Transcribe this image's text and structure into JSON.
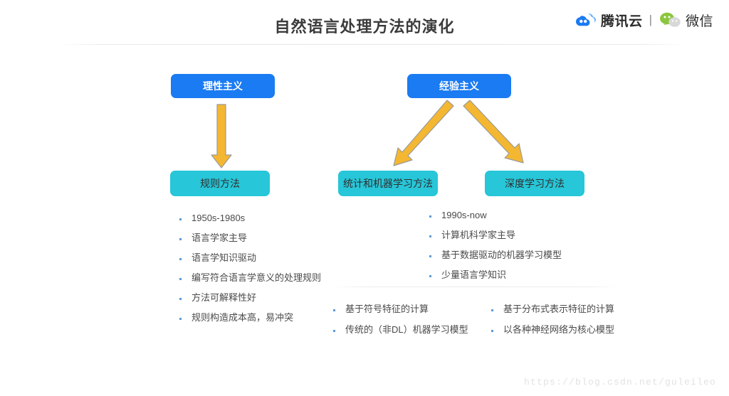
{
  "header": {
    "title": "自然语言处理方法的演化",
    "brand": {
      "tencent_cloud_icon": "tencent-cloud-icon",
      "tencent_cloud_label": "腾讯云",
      "separator": "|",
      "wechat_icon": "wechat-icon",
      "wechat_label": "微信"
    }
  },
  "diagram": {
    "nodes": {
      "rationalism": "理性主义",
      "empiricism": "经验主义",
      "rule_method": "规则方法",
      "statistical_ml_method": "统计和机器学习方法",
      "deep_learning_method": "深度学习方法"
    },
    "arrows": [
      {
        "name": "arrow-rationalism-to-rule",
        "from": "理性主义",
        "to": "规则方法",
        "direction": "down"
      },
      {
        "name": "arrow-empiricism-to-statml",
        "from": "经验主义",
        "to": "统计和机器学习方法",
        "direction": "down-left"
      },
      {
        "name": "arrow-empiricism-to-dl",
        "from": "经验主义",
        "to": "深度学习方法",
        "direction": "down-right"
      }
    ]
  },
  "lists": {
    "rule_method": [
      "1950s-1980s",
      "语言学家主导",
      "语言学知识驱动",
      "编写符合语言学意义的处理规则",
      "方法可解释性好",
      "规则构造成本高，易冲突"
    ],
    "empiricism": [
      "1990s-now",
      "计算机科学家主导",
      "基于数据驱动的机器学习模型",
      "少量语言学知识"
    ],
    "statistical_ml_method": [
      "基于符号特征的计算",
      "传统的（非DL）机器学习模型"
    ],
    "deep_learning_method": [
      "基于分布式表示特征的计算",
      "以各种神经网络为核心模型"
    ]
  },
  "watermark": "https://blog.csdn.net/guleileo",
  "colors": {
    "primary_blue": "#1a7bf2",
    "secondary_cyan": "#27c6d8",
    "arrow_orange": "#f4b731",
    "arrow_outline": "#9a9a9a",
    "title_text": "#3b3b3b",
    "body_text": "#4a4a4a",
    "bullet_dot": "#5c9bd6",
    "watermark_text": "#e2e2e2"
  }
}
